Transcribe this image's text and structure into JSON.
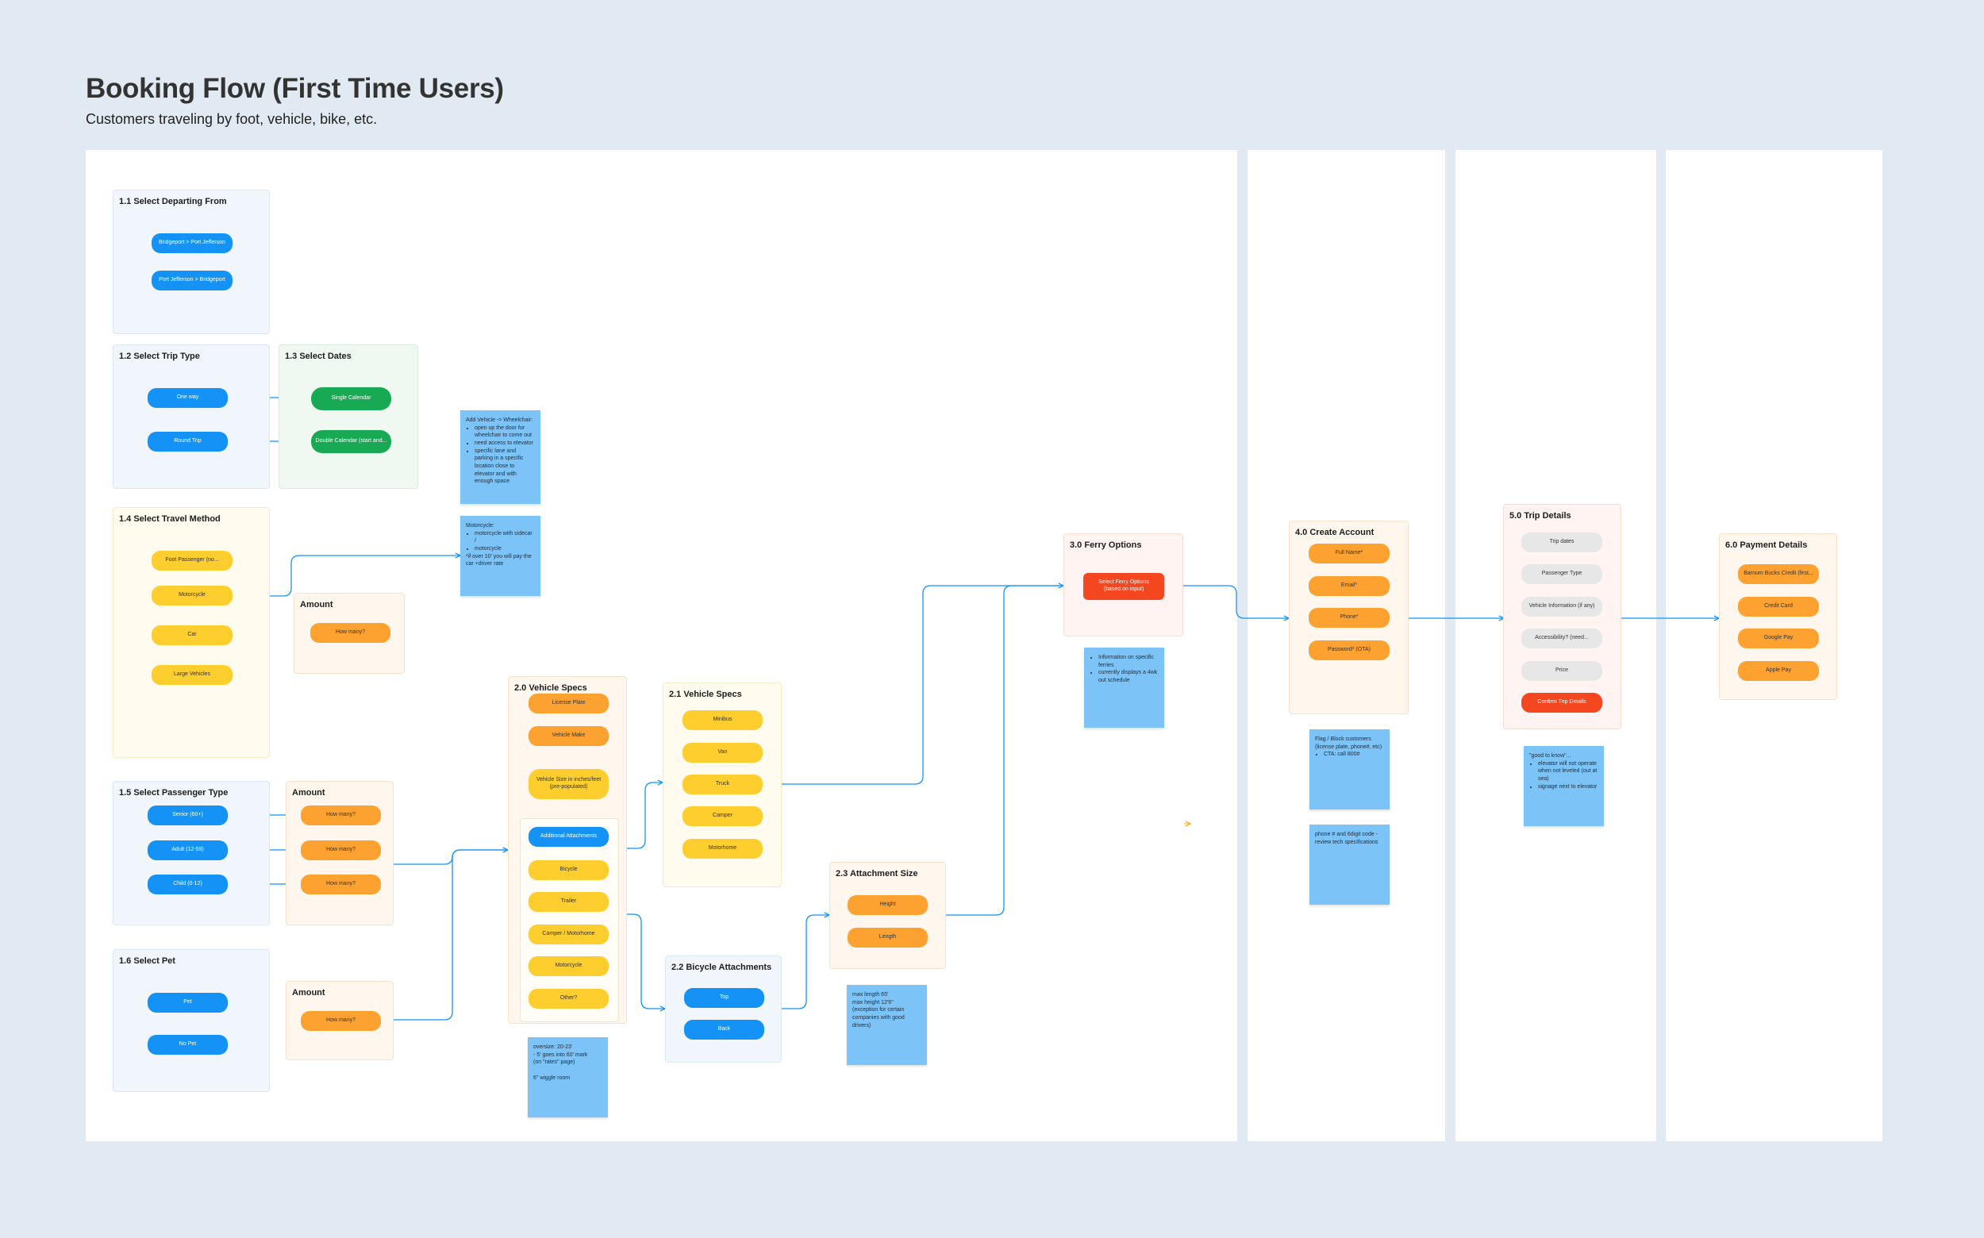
{
  "title": "Booking Flow (First Time Users)",
  "subtitle": "Customers traveling by foot, vehicle, bike, etc.",
  "sections": {
    "departing": {
      "title": "1.1 Select Departing From",
      "options": [
        "Bridgeport > Port Jefferson",
        "Port Jefferson > Bridgeport"
      ]
    },
    "trip_type": {
      "title": "1.2 Select Trip Type",
      "options": [
        "One way",
        "Round Trip"
      ]
    },
    "dates": {
      "title": "1.3 Select Dates",
      "options": [
        "Single Calendar",
        "Double Calendar (start and..."
      ]
    },
    "travel_method": {
      "title": "1.4 Select Travel Method",
      "options": [
        "Foot Passenger (no...",
        "Motorcycle",
        "Car",
        "Large Vehicles"
      ]
    },
    "travel_amount": {
      "title": "Amount",
      "option": "How many?"
    },
    "passenger_type": {
      "title": "1.5 Select Passenger Type",
      "options": [
        "Senior (60+)",
        "Adult (12-59)",
        "Child (0-12)"
      ]
    },
    "passenger_amount": {
      "title": "Amount",
      "options": [
        "How many?",
        "How many?",
        "How many?"
      ]
    },
    "pet": {
      "title": "1.6 Select Pet",
      "options": [
        "Pet",
        "No Pet"
      ]
    },
    "pet_amount": {
      "title": "Amount",
      "option": "How many?"
    },
    "vehicle_specs": {
      "title": "2.0 Vehicle Specs",
      "license": "License Plate",
      "make": "Vehicle Make",
      "size": "Vehicle Size in inches/feet\n(pre-populated)",
      "attachments_label": "Additional Attachments",
      "attachments": [
        "Bicycle",
        "Trailer",
        "Camper / Motorhome",
        "Motorcycle",
        "Other?"
      ]
    },
    "vehicle_specs_21": {
      "title": "2.1 Vehicle Specs",
      "options": [
        "Minibus",
        "Van",
        "Truck",
        "Camper",
        "Motorhome"
      ]
    },
    "bicycle_attachments": {
      "title": "2.2 Bicycle Attachments",
      "options": [
        "Top",
        "Back"
      ]
    },
    "attachment_size": {
      "title": "2.3 Attachment Size",
      "options": [
        "Height",
        "Length"
      ]
    },
    "ferry_options": {
      "title": "3.0 Ferry Options",
      "option": "Select Ferry Options\n(based on input)"
    },
    "create_account": {
      "title": "4.0 Create Account",
      "options": [
        "Full Name*",
        "Email*",
        "Phone*",
        "Password* (OTA)"
      ]
    },
    "trip_details": {
      "title": "5.0 Trip Details",
      "options": [
        "Trip dates",
        "Passenger Type",
        "Vehicle Information (if any)",
        "Accessibility? (need...",
        "Price"
      ],
      "confirm": "Confirm Trip Details"
    },
    "payment": {
      "title": "6.0 Payment Details",
      "options": [
        "Barnum Bucks Credit (first...",
        "Credit Card",
        "Google Pay",
        "Apple Pay"
      ]
    }
  },
  "notes": {
    "wheelchair": {
      "lead": "Add Vehicle -> Wheelchair:",
      "items": [
        "open up the door for wheelchair to come out",
        "need access to elevator",
        "specific lane and parking in a specific location close to elevator and with enough space"
      ]
    },
    "motorcycle": {
      "lead": "Motorcycle:",
      "items": [
        "motorcycle with sidecar /",
        "motorcycle"
      ],
      "tail": "*if over 10' you will pay the car +driver rate"
    },
    "oversize": {
      "text": "oversize: 20-23'\n- 5' goes into 60' mark\n(on \"rates\" page)\n\n6\" wiggle room"
    },
    "max_length": {
      "text": "max length 65'\nmax height 12'6\"\n(exception for certain companies with good drivers)"
    },
    "ferry_info": {
      "items": [
        "Information on specific ferries",
        "currently displays a 4wk out schedule"
      ]
    },
    "flag_block": {
      "text": "Flag / Block customers (license plate, phone#, etc)",
      "items": [
        "CTA: call 800#"
      ]
    },
    "phone_code": {
      "text": "phone # and 6digit code - review tech specifications"
    },
    "good_to_know": {
      "text": "\"good to know\"...",
      "items": [
        "elevator will not operate when not leveled (out at sea)",
        "signage next to elevator"
      ]
    }
  },
  "colors": {
    "background": "#E1EAF2",
    "connector": "#1592F5",
    "blue": "#1592F5",
    "green": "#17A954",
    "yellow": "#FECD2E",
    "orange": "#FDA230",
    "red": "#F5471F",
    "gray": "#E7E7E7",
    "sticky": "#7CC3F8"
  }
}
